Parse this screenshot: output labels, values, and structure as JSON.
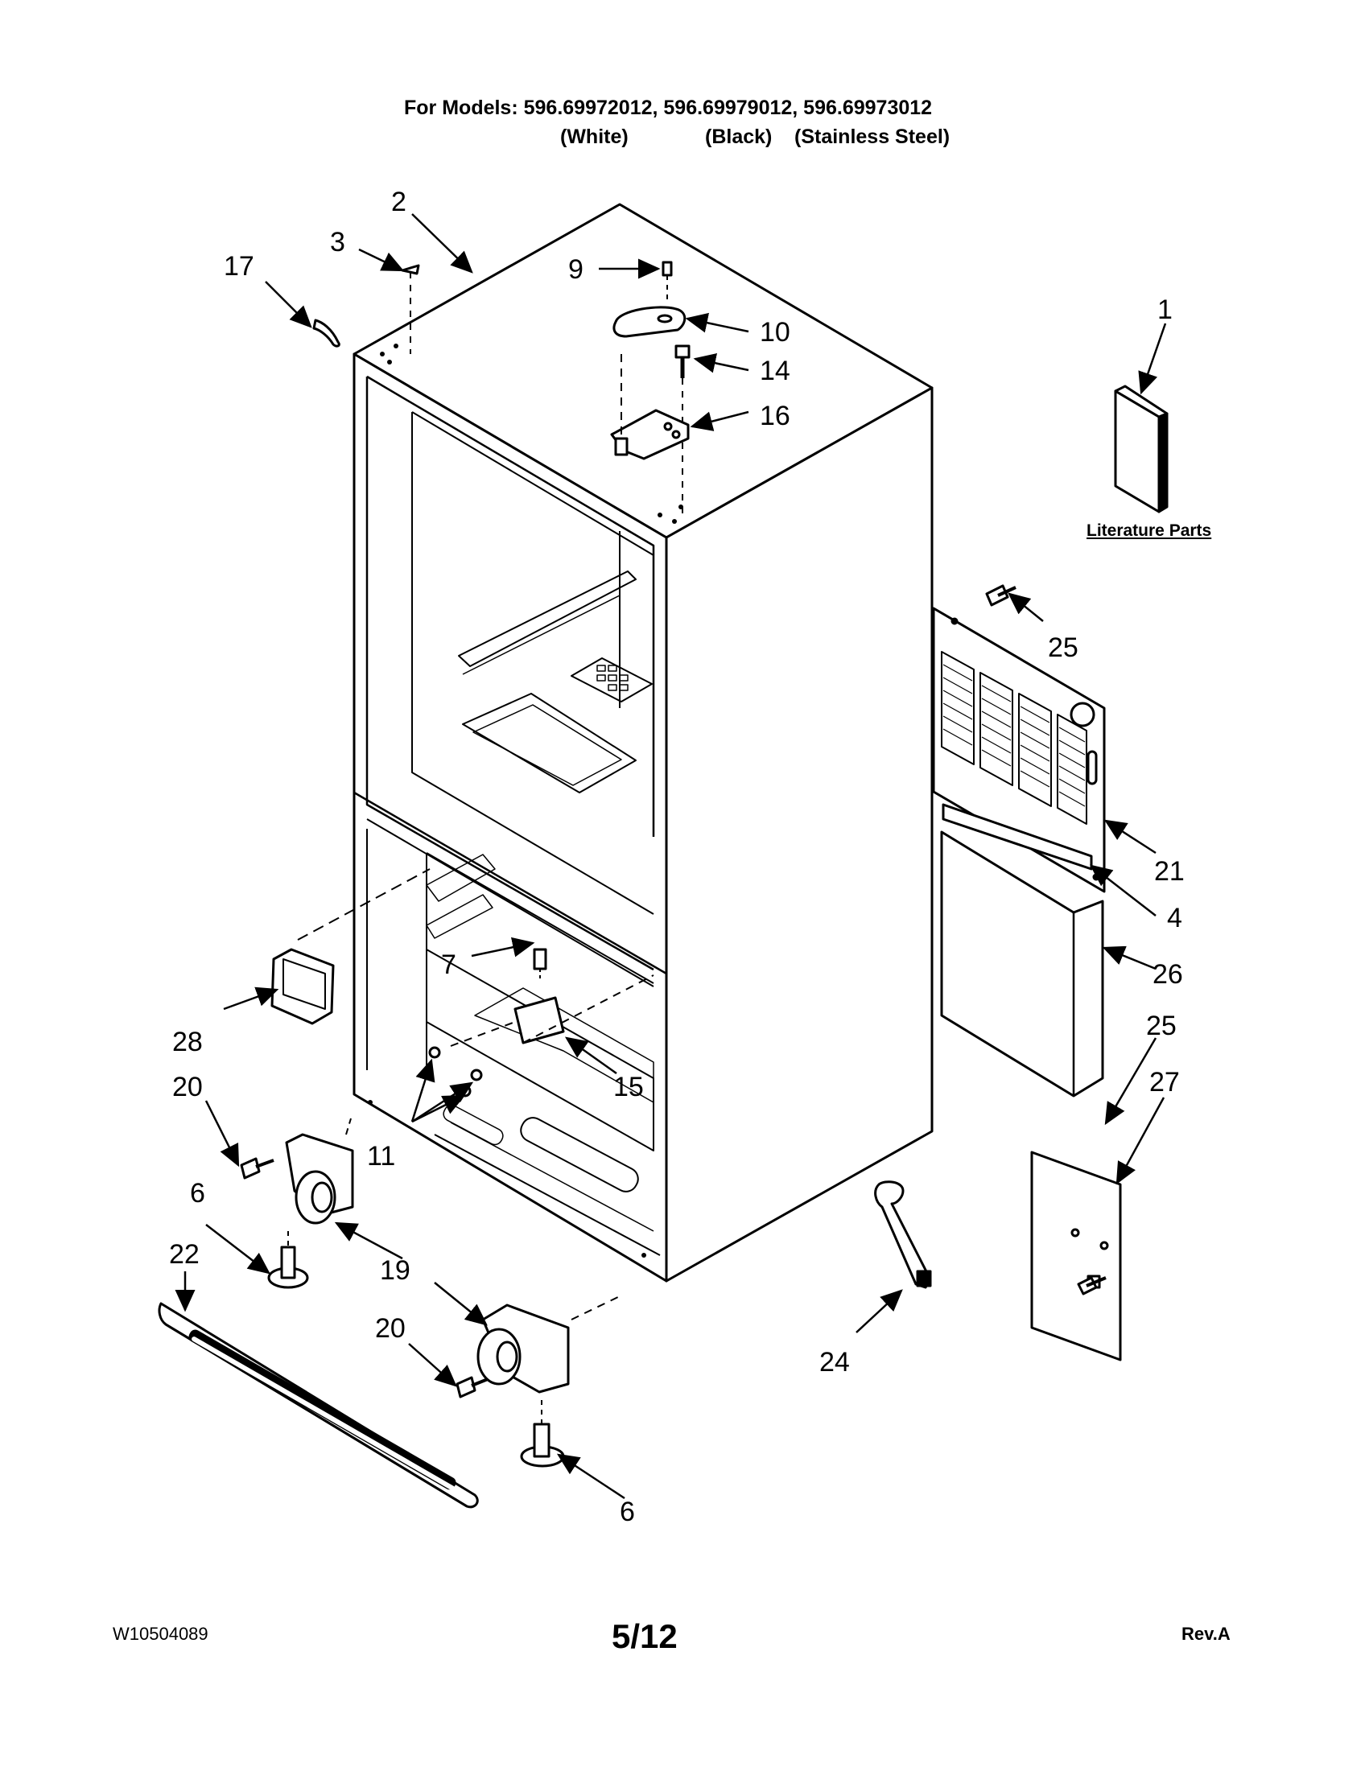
{
  "header": {
    "models_line": "For Models: 596.69972012, 596.69979012, 596.69973012",
    "color_white": "(White)",
    "color_black": "(Black)",
    "color_stainless": "(Stainless Steel)"
  },
  "literature_label": "Literature Parts",
  "callouts": [
    "1",
    "2",
    "3",
    "4",
    "6",
    "6",
    "7",
    "9",
    "10",
    "11",
    "14",
    "15",
    "16",
    "17",
    "19",
    "20",
    "20",
    "21",
    "22",
    "24",
    "25",
    "25",
    "26",
    "27",
    "28"
  ],
  "footer": {
    "doc_id": "W10504089",
    "page": "5/12",
    "revision": "Rev.A"
  }
}
